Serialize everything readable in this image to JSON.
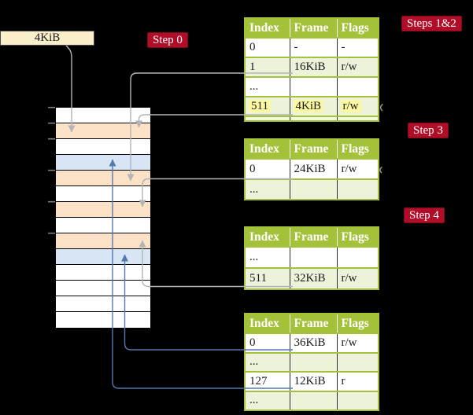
{
  "legend": {
    "page_size_label": "4KiB"
  },
  "badges": {
    "step0": "Step 0",
    "steps12": "Steps 1&2",
    "step3": "Step 3",
    "step4": "Step 4"
  },
  "memory": {
    "rows": [
      {
        "fill": "white"
      },
      {
        "fill": "orange"
      },
      {
        "fill": "white"
      },
      {
        "fill": "blue"
      },
      {
        "fill": "orange"
      },
      {
        "fill": "white"
      },
      {
        "fill": "orange"
      },
      {
        "fill": "white"
      },
      {
        "fill": "orange"
      },
      {
        "fill": "blue"
      },
      {
        "fill": "white"
      },
      {
        "fill": "white"
      },
      {
        "fill": "white"
      },
      {
        "fill": "white"
      }
    ]
  },
  "page_tables": [
    {
      "headers": [
        "Index",
        "Frame",
        "Flags"
      ],
      "rows": [
        {
          "index": "0",
          "frame": "-",
          "flags": "-"
        },
        {
          "index": "1",
          "frame": "16KiB",
          "flags": "r/w"
        },
        {
          "index": "...",
          "frame": "",
          "flags": ""
        },
        {
          "index": "511",
          "frame": "4KiB",
          "flags": "r/w"
        }
      ]
    },
    {
      "headers": [
        "Index",
        "Frame",
        "Flags"
      ],
      "rows": [
        {
          "index": "0",
          "frame": "24KiB",
          "flags": "r/w"
        },
        {
          "index": "...",
          "frame": "",
          "flags": ""
        }
      ]
    },
    {
      "headers": [
        "Index",
        "Frame",
        "Flags"
      ],
      "rows": [
        {
          "index": "...",
          "frame": "",
          "flags": ""
        },
        {
          "index": "511",
          "frame": "32KiB",
          "flags": "r/w"
        }
      ]
    },
    {
      "headers": [
        "Index",
        "Frame",
        "Flags"
      ],
      "rows": [
        {
          "index": "0",
          "frame": "36KiB",
          "flags": "r/w"
        },
        {
          "index": "...",
          "frame": "",
          "flags": ""
        },
        {
          "index": "127",
          "frame": "12KiB",
          "flags": "r"
        },
        {
          "index": "...",
          "frame": "",
          "flags": ""
        }
      ]
    }
  ],
  "colors": {
    "table_header_bg": "#a4c13a",
    "table_row_shade": "#edf2da",
    "highlight_yellow": "#fcf8a2",
    "memory_frame_orange": "#fbe2c6",
    "memory_frame_blue": "#d8e5f5",
    "step_badge_bg": "#b00d28",
    "legend_box_bg": "#faeecb",
    "arrow_gray": "#b4b4b4",
    "arrow_blue": "#5579ae"
  }
}
